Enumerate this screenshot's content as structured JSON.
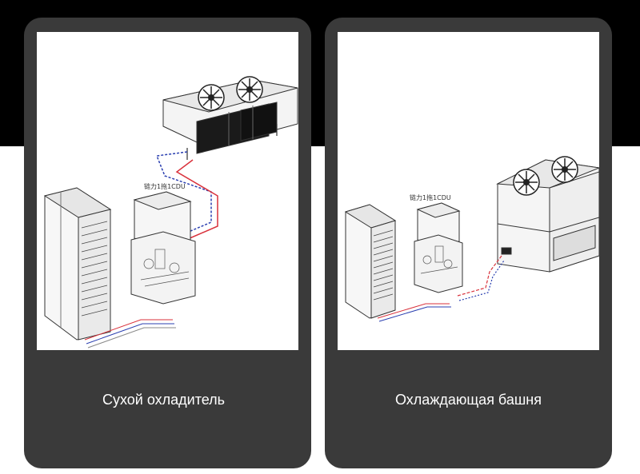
{
  "cards": [
    {
      "caption": "Сухой охладитель",
      "cdu_label": "链力1拖1CDU",
      "equipment": [
        "server-rack",
        "cdu-unit",
        "dry-cooler"
      ],
      "pipe_colors": {
        "hot": "#d9313b",
        "cold": "#2a3fb0"
      }
    },
    {
      "caption": "Охлаждающая башня",
      "cdu_label": "链力1拖1CDU",
      "equipment": [
        "server-rack",
        "cdu-unit",
        "cooling-tower"
      ],
      "pipe_colors": {
        "hot": "#d9313b",
        "cold": "#2a3fb0"
      }
    }
  ],
  "colors": {
    "top_band": "#000000",
    "card_background": "#3a3a3a",
    "caption_text": "#ffffff"
  }
}
